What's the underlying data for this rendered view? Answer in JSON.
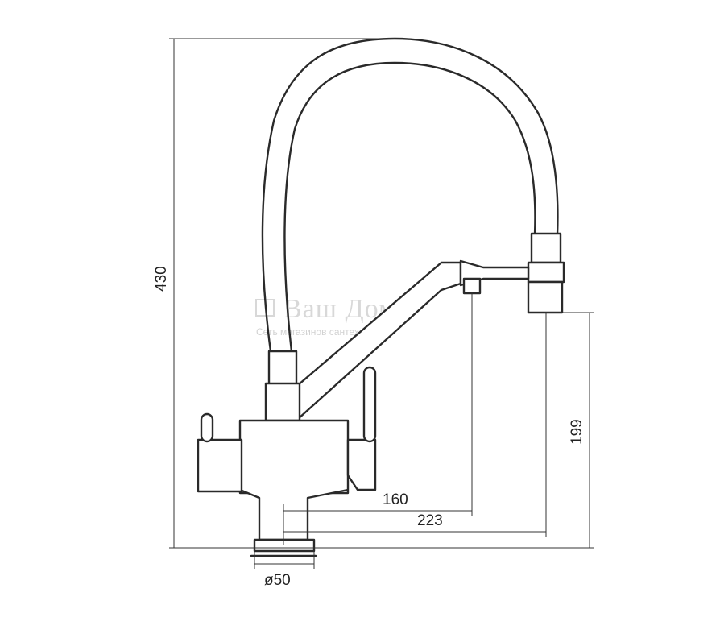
{
  "drawing": {
    "dimensions": {
      "total_height": "430",
      "spout_reach_filter": "160",
      "spout_reach_main": "223",
      "spout_height": "199",
      "base_diameter": "ø50"
    },
    "watermark": {
      "brand": "Ваш Дом",
      "tagline": "Сеть магазинов сантехники"
    },
    "colors": {
      "line": "#2a2a2a",
      "dimension": "#333333",
      "watermark": "#d8d8d8"
    }
  }
}
